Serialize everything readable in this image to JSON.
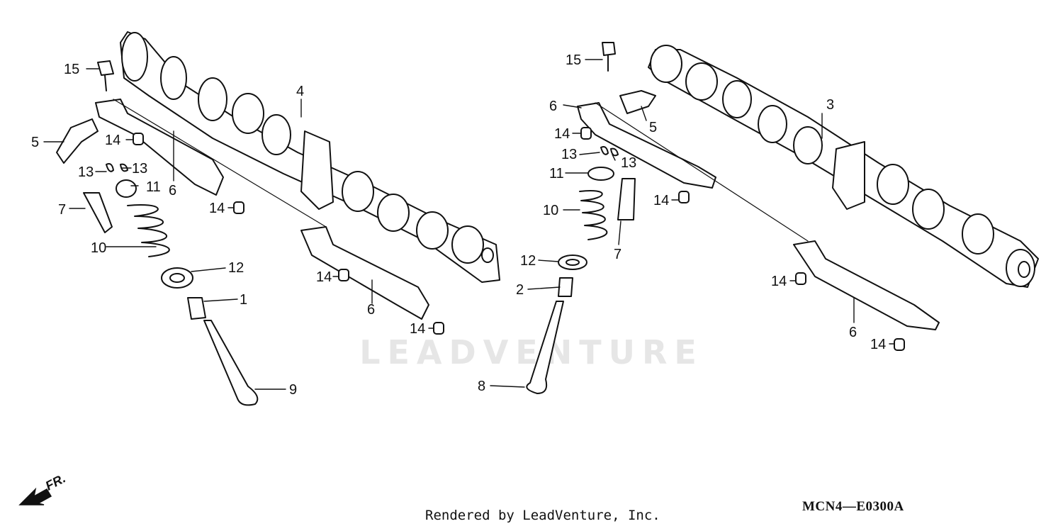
{
  "diagram": {
    "part_labels": [
      "15",
      "4",
      "5",
      "14",
      "6",
      "13",
      "13",
      "11",
      "7",
      "14",
      "10",
      "12",
      "1",
      "14",
      "6",
      "14",
      "9",
      "15",
      "3",
      "6",
      "5",
      "14",
      "13",
      "13",
      "11",
      "14",
      "10",
      "7",
      "12",
      "2",
      "8",
      "14",
      "6",
      "14"
    ],
    "watermark": "LEADVENTURE",
    "credit": "Rendered by LeadVenture, Inc.",
    "diagram_code": "MCN4—E0300A",
    "direction_label": "FR."
  }
}
